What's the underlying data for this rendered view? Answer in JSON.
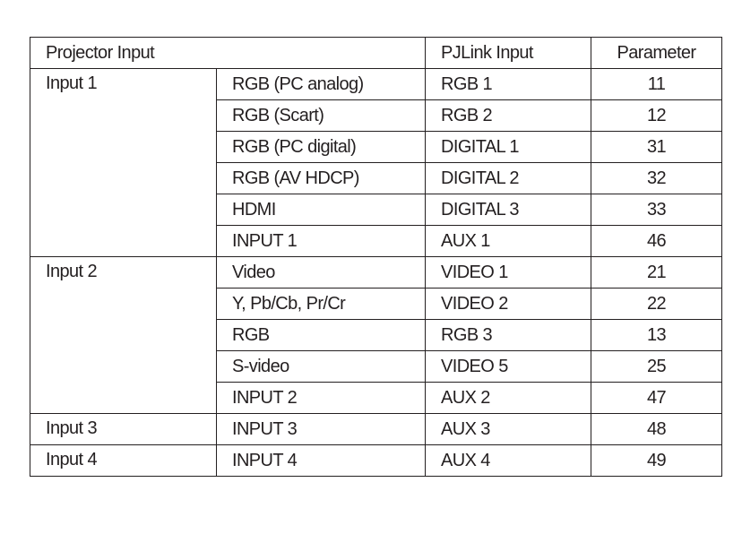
{
  "table": {
    "headers": {
      "projector_input": "Projector Input",
      "pjlink_input": "PJLink Input",
      "parameter": "Parameter"
    },
    "groups": [
      {
        "name": "Input 1",
        "rows": [
          {
            "source": "RGB (PC analog)",
            "pjlink": "RGB 1",
            "param": "11"
          },
          {
            "source": "RGB (Scart)",
            "pjlink": "RGB 2",
            "param": "12"
          },
          {
            "source": "RGB (PC digital)",
            "pjlink": "DIGITAL 1",
            "param": "31"
          },
          {
            "source": "RGB (AV HDCP)",
            "pjlink": "DIGITAL 2",
            "param": "32"
          },
          {
            "source": "HDMI",
            "pjlink": "DIGITAL 3",
            "param": "33"
          },
          {
            "source": "INPUT 1",
            "pjlink": "AUX 1",
            "param": "46"
          }
        ]
      },
      {
        "name": "Input 2",
        "rows": [
          {
            "source": "Video",
            "pjlink": "VIDEO 1",
            "param": "21"
          },
          {
            "source": "Y, Pb/Cb, Pr/Cr",
            "pjlink": "VIDEO 2",
            "param": "22"
          },
          {
            "source": "RGB",
            "pjlink": "RGB 3",
            "param": "13"
          },
          {
            "source": "S-video",
            "pjlink": "VIDEO 5",
            "param": "25"
          },
          {
            "source": "INPUT 2",
            "pjlink": "AUX 2",
            "param": "47"
          }
        ]
      },
      {
        "name": "Input 3",
        "rows": [
          {
            "source": "INPUT 3",
            "pjlink": "AUX 3",
            "param": "48"
          }
        ]
      },
      {
        "name": "Input 4",
        "rows": [
          {
            "source": "INPUT 4",
            "pjlink": "AUX 4",
            "param": "49"
          }
        ]
      }
    ]
  }
}
